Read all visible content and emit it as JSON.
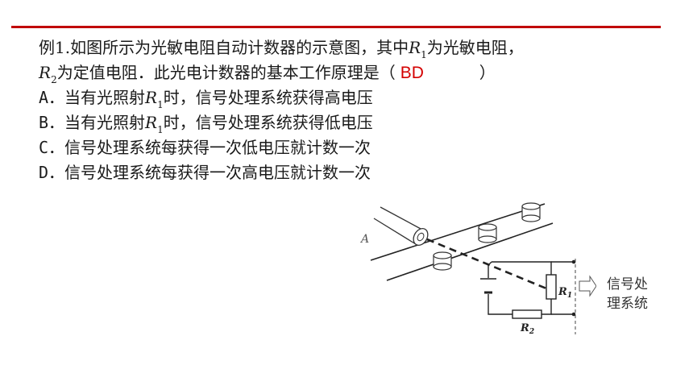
{
  "question": {
    "line1_prefix": "例1.如图所示为光敏电阻自动计数器的示意图，其中",
    "line1_var": "R",
    "line1_sub": "1",
    "line1_suffix": "为光敏电阻，",
    "line2_var": "R",
    "line2_sub": "2",
    "line2_text": "为定值电阻．此光电计数器的基本工作原理是（",
    "answer": "BD",
    "line2_close": "）",
    "options": [
      {
        "letter": "A．",
        "before": "当有光照射",
        "var": "R",
        "sub": "1",
        "after": "时，信号处理系统获得高电压"
      },
      {
        "letter": "B．",
        "before": "当有光照射",
        "var": "R",
        "sub": "1",
        "after": "时，信号处理系统获得低电压"
      },
      {
        "letter": "C．",
        "before": "信号处理系统每获得一次低电压就计数一次",
        "var": "",
        "sub": "",
        "after": ""
      },
      {
        "letter": "D．",
        "before": "信号处理系统每获得一次高电压就计数一次",
        "var": "",
        "sub": "",
        "after": ""
      }
    ]
  },
  "diagram": {
    "light_label": "A",
    "r1_label": "R",
    "r1_sub": "1",
    "r2_label": "R",
    "r2_sub": "2",
    "system_line1": "信号处",
    "system_line2": "理系统"
  },
  "colors": {
    "rule": "#c00000",
    "answer": "#d40000"
  }
}
